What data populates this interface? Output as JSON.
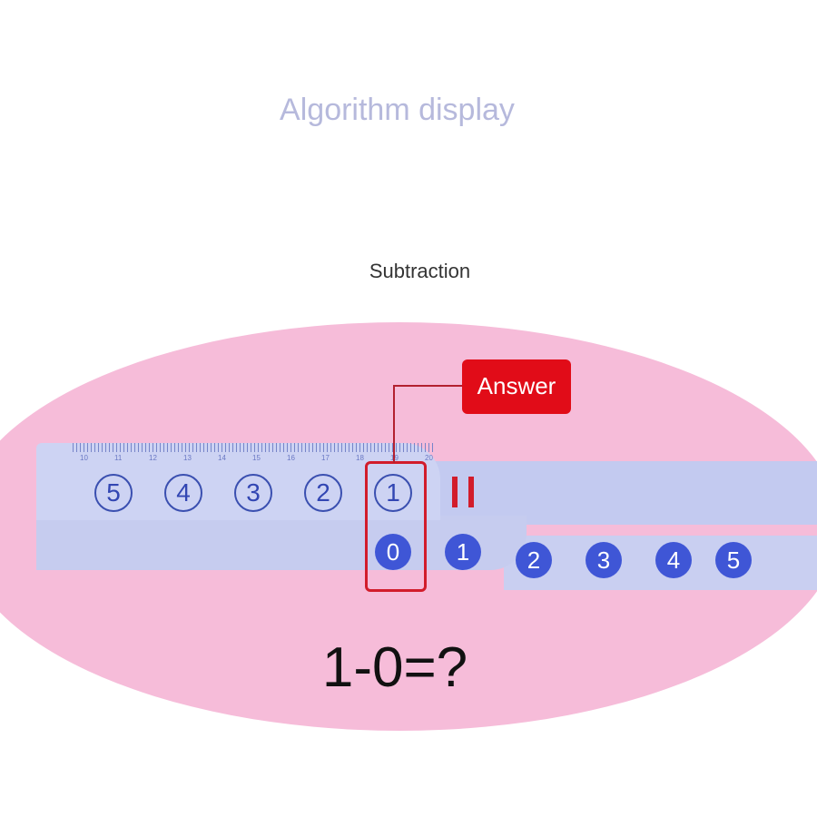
{
  "title": "Algorithm display",
  "subtitle": "Subtraction",
  "ruler_ticks": [
    "10",
    "11",
    "12",
    "13",
    "14",
    "15",
    "16",
    "17",
    "18",
    "19",
    "20"
  ],
  "top_numbers": [
    "5",
    "4",
    "3",
    "2",
    "1"
  ],
  "bottom_numbers": [
    "0",
    "1",
    "2",
    "3",
    "4",
    "5"
  ],
  "answer_label": "Answer",
  "equation": "1-0=?",
  "colors": {
    "background_oval": "#f6bcd9",
    "ruler": "#cdd3f3",
    "number": "#3f56d6",
    "highlight": "#d21c2b"
  }
}
